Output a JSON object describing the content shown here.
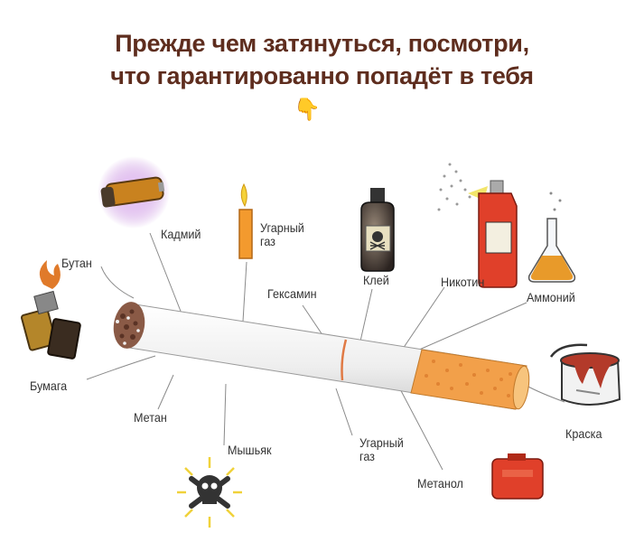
{
  "title": {
    "line1": "Прежде чем затянуться, посмотри,",
    "line2": "что гарантированно попадёт в тебя"
  },
  "title_icon": "pointing-down-hand-icon",
  "labels": {
    "cadmium": "Кадмий",
    "carbon_monoxide_top": "Угарный\nгаз",
    "butane": "Бутан",
    "hexamine": "Гексамин",
    "glue": "Клей",
    "nicotine": "Никотин",
    "ammonia": "Аммоний",
    "paper": "Бумага",
    "methane": "Метан",
    "arsenic": "Мышьяк",
    "carbon_monoxide_bottom": "Угарный\nгаз",
    "methanol": "Метанол",
    "paint": "Краска"
  },
  "colors": {
    "title": "#5e2d1e",
    "filter": "#f2a04a",
    "battery": "#c9821f",
    "canister": "#e0402a"
  }
}
